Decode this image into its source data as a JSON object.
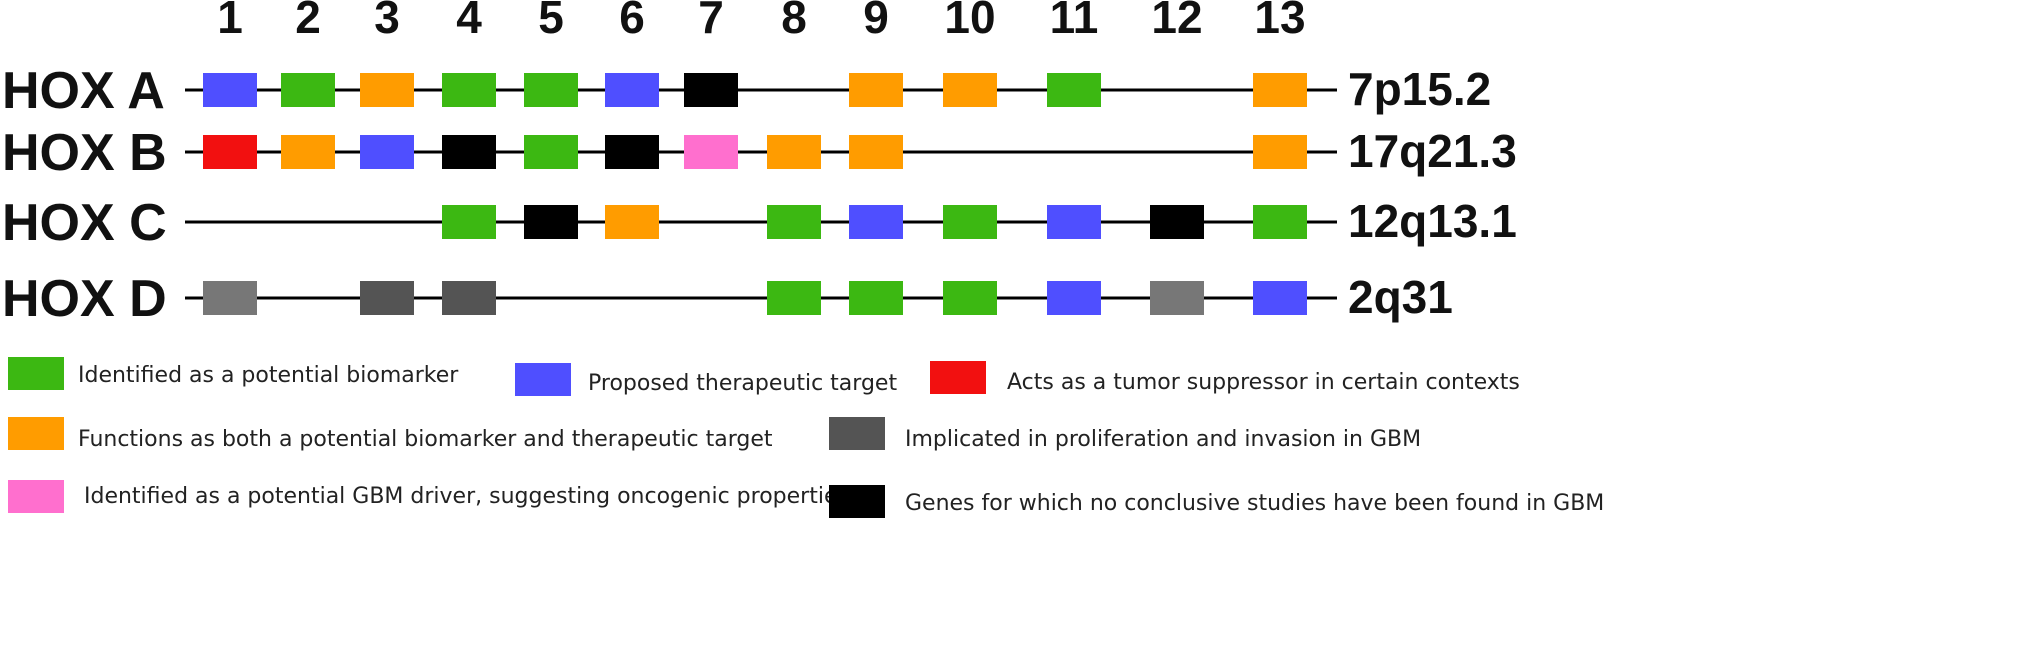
{
  "columns": [
    "1",
    "2",
    "3",
    "4",
    "5",
    "6",
    "7",
    "8",
    "9",
    "10",
    "11",
    "12",
    "13"
  ],
  "categories": {
    "biomarker": {
      "color": "#3cb812",
      "label": "Identified as a potential biomarker"
    },
    "therapeutic": {
      "color": "#4f4fff",
      "label": "Proposed therapeutic target"
    },
    "suppressor": {
      "color": "#f21010",
      "label": "Acts as a tumor suppressor in certain contexts"
    },
    "both": {
      "color": "#ff9c00",
      "label": "Functions as both a potential biomarker and therapeutic target"
    },
    "proliferation": {
      "color": "#545454",
      "label": "Implicated in proliferation and invasion in GBM"
    },
    "driver": {
      "color": "#ff6fce",
      "label": "Identified as a potential GBM driver, suggesting oncogenic properties."
    },
    "inconclusive": {
      "color": "#000000",
      "label": "Genes for which no conclusive studies have been found in GBM"
    },
    "gray": {
      "color": "#777777"
    }
  },
  "legend_order": [
    "biomarker",
    "therapeutic",
    "suppressor",
    "both",
    "proliferation",
    "driver",
    "inconclusive"
  ],
  "clusters": [
    {
      "name": "HOX A",
      "locus": "7p15.2",
      "genes": [
        {
          "column": 1,
          "category": "therapeutic"
        },
        {
          "column": 2,
          "category": "biomarker"
        },
        {
          "column": 3,
          "category": "both"
        },
        {
          "column": 4,
          "category": "biomarker"
        },
        {
          "column": 5,
          "category": "biomarker"
        },
        {
          "column": 6,
          "category": "therapeutic"
        },
        {
          "column": 7,
          "category": "inconclusive"
        },
        {
          "column": 9,
          "category": "both"
        },
        {
          "column": 10,
          "category": "both"
        },
        {
          "column": 11,
          "category": "biomarker"
        },
        {
          "column": 13,
          "category": "both"
        }
      ]
    },
    {
      "name": "HOX B",
      "locus": "17q21.3",
      "genes": [
        {
          "column": 1,
          "category": "suppressor"
        },
        {
          "column": 2,
          "category": "both"
        },
        {
          "column": 3,
          "category": "therapeutic"
        },
        {
          "column": 4,
          "category": "inconclusive"
        },
        {
          "column": 5,
          "category": "biomarker"
        },
        {
          "column": 6,
          "category": "inconclusive"
        },
        {
          "column": 7,
          "category": "driver"
        },
        {
          "column": 8,
          "category": "both"
        },
        {
          "column": 9,
          "category": "both"
        },
        {
          "column": 13,
          "category": "both"
        }
      ]
    },
    {
      "name": "HOX C",
      "locus": "12q13.1",
      "genes": [
        {
          "column": 4,
          "category": "biomarker"
        },
        {
          "column": 5,
          "category": "inconclusive"
        },
        {
          "column": 6,
          "category": "both"
        },
        {
          "column": 8,
          "category": "biomarker"
        },
        {
          "column": 9,
          "category": "therapeutic"
        },
        {
          "column": 10,
          "category": "biomarker"
        },
        {
          "column": 11,
          "category": "therapeutic"
        },
        {
          "column": 12,
          "category": "inconclusive"
        },
        {
          "column": 13,
          "category": "biomarker"
        }
      ]
    },
    {
      "name": "HOX D",
      "locus": "2q31",
      "genes": [
        {
          "column": 1,
          "category": "gray"
        },
        {
          "column": 3,
          "category": "proliferation"
        },
        {
          "column": 4,
          "category": "proliferation"
        },
        {
          "column": 8,
          "category": "biomarker"
        },
        {
          "column": 9,
          "category": "biomarker"
        },
        {
          "column": 10,
          "category": "biomarker"
        },
        {
          "column": 11,
          "category": "therapeutic"
        },
        {
          "column": 12,
          "category": "gray"
        },
        {
          "column": 13,
          "category": "therapeutic"
        }
      ]
    }
  ]
}
